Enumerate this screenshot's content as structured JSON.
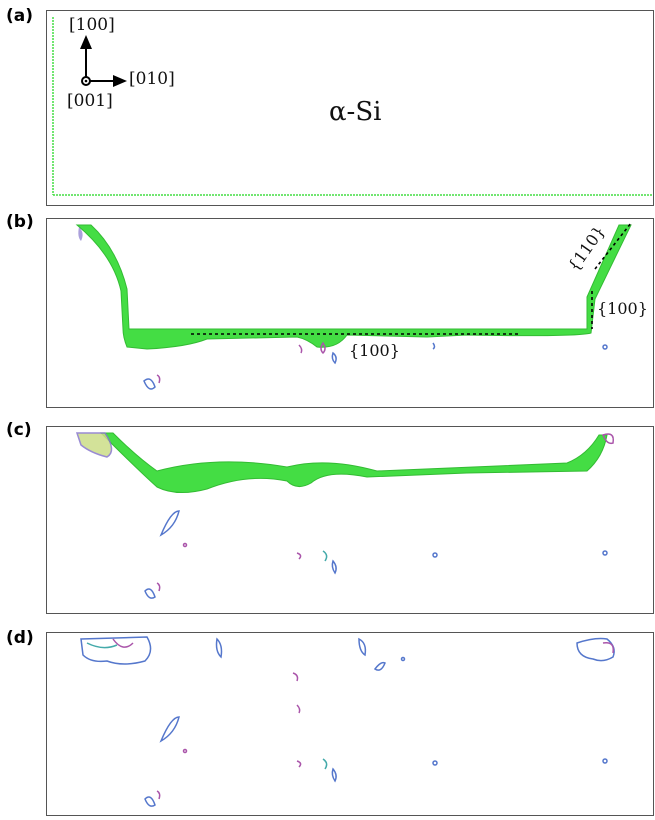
{
  "panels": [
    {
      "label": "(a)"
    },
    {
      "label": "(b)"
    },
    {
      "label": "(c)"
    },
    {
      "label": "(d)"
    }
  ],
  "panel_a": {
    "axis_up": "[100]",
    "axis_right": "[010]",
    "axis_out": "[001]",
    "phase_label": "α-Si"
  },
  "panel_b": {
    "facet_110": "{110}",
    "facet_100_side": "{100}",
    "facet_100_bottom": "{100}"
  },
  "colors": {
    "amorphous": "#44dd44",
    "defect_blue": "#5577cc",
    "defect_purple": "#aa55aa",
    "defect_teal": "#44aaaa",
    "border": "#555555"
  }
}
